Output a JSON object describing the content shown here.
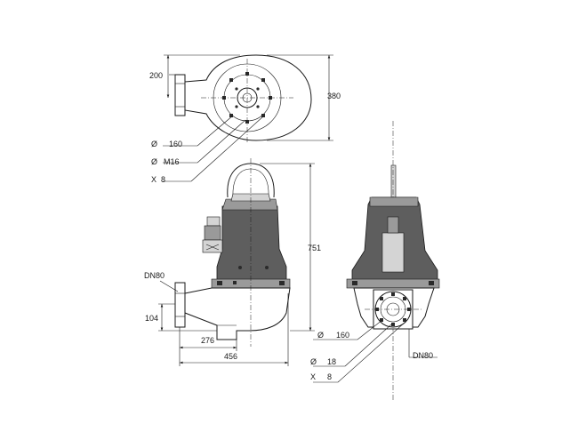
{
  "top_view": {
    "dim_height_200": "200",
    "dim_height_380": "380",
    "dia_symbol_1": "Ø",
    "dia_value_1": "160",
    "dia_symbol_2": "Ø",
    "dia_value_2": "M16",
    "count_prefix": "X",
    "count_value": "8"
  },
  "side_view": {
    "outlet_label": "DN80",
    "dim_104": "104",
    "dim_276": "276",
    "dim_456": "456",
    "dim_751": "751"
  },
  "front_view": {
    "dia_symbol_1": "Ø",
    "dia_value_1": "160",
    "outlet_label": "DN80",
    "dia_symbol_2": "Ø",
    "dia_value_2": "18",
    "count_prefix": "X",
    "count_value": "8"
  }
}
